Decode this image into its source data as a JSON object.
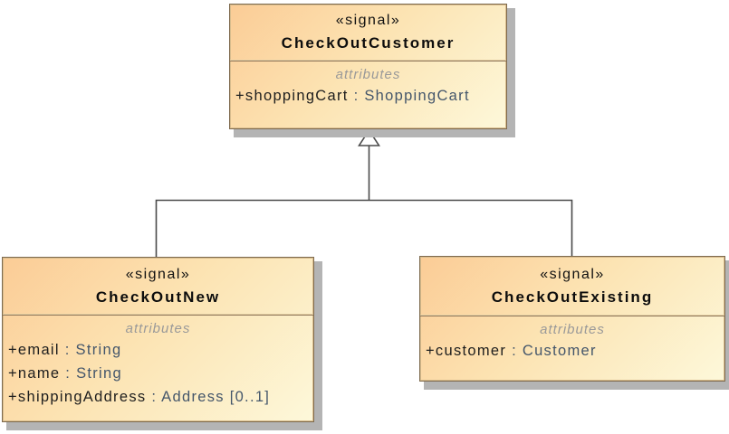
{
  "classes": [
    {
      "stereotype": "«signal»",
      "name": "CheckOutCustomer",
      "attributes_label": "attributes",
      "attributes": [
        {
          "name": "+shoppingCart",
          "rest": " : ShoppingCart"
        }
      ]
    },
    {
      "stereotype": "«signal»",
      "name": "CheckOutNew",
      "attributes_label": "attributes",
      "attributes": [
        {
          "name": "+email",
          "rest": " : String"
        },
        {
          "name": "+name",
          "rest": " : String"
        },
        {
          "name": "+shippingAddress",
          "rest": " : Address [0..1]"
        }
      ]
    },
    {
      "stereotype": "«signal»",
      "name": "CheckOutExisting",
      "attributes_label": "attributes",
      "attributes": [
        {
          "name": "+customer",
          "rest": " : Customer"
        }
      ]
    }
  ],
  "relations": [
    {
      "type": "generalization",
      "from": "CheckOutNew",
      "to": "CheckOutCustomer"
    },
    {
      "type": "generalization",
      "from": "CheckOutExisting",
      "to": "CheckOutCustomer"
    }
  ],
  "colors": {
    "box_fill_start": "#fbcc96",
    "box_fill_end": "#fdf8da",
    "box_border": "#7e6a4e",
    "drop_shadow": "#b4b4b4",
    "connector": "#4a4a4a",
    "attributes_label": "#999999",
    "attribute_name": "#1e1e1e",
    "attribute_type": "#44566b"
  }
}
